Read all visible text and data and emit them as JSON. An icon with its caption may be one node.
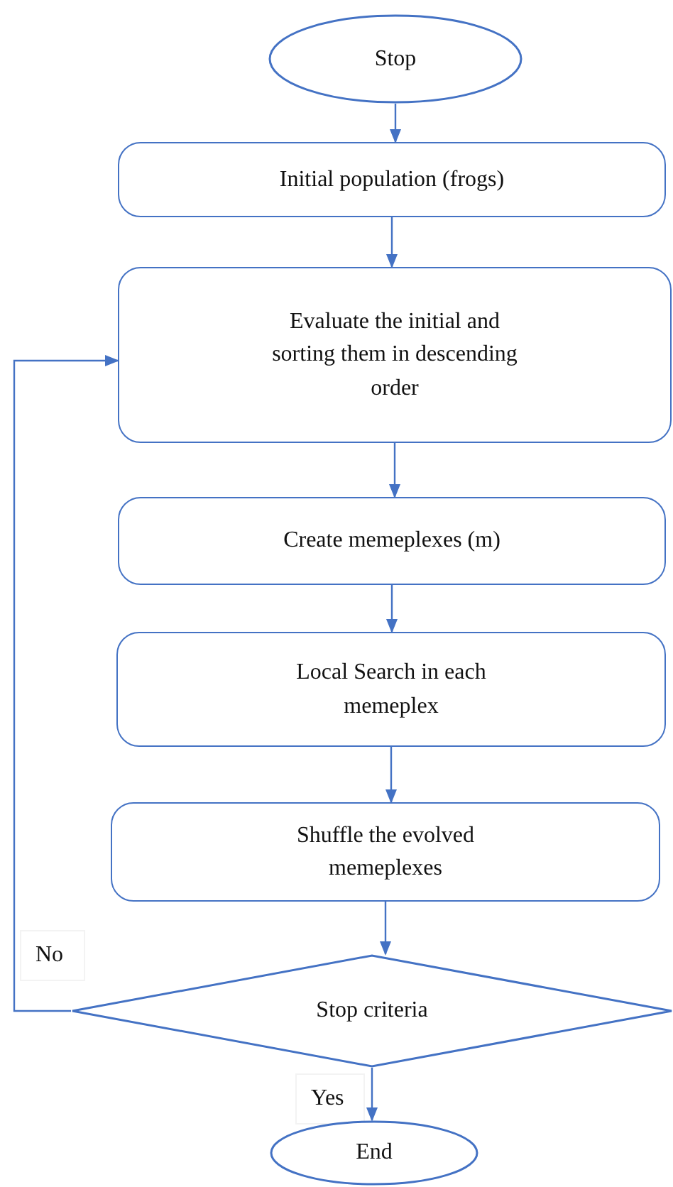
{
  "diagram": {
    "nodes": [
      {
        "text": [
          "Stop"
        ]
      },
      {
        "text": [
          "Initial population (frogs)"
        ]
      },
      {
        "text": [
          "Evaluate the initial and sorting them in descending order"
        ]
      },
      {
        "text": [
          "Create memeplexes (m)"
        ]
      },
      {
        "text": [
          "Local Search in each memeplex"
        ]
      },
      {
        "text": [
          "Shuffle the evolved memeplexes"
        ]
      },
      {
        "text": [
          "Stop criteria"
        ]
      },
      {
        "text": [
          "End"
        ]
      }
    ],
    "edges": [
      {
        "from": 0,
        "to": 1,
        "arrow": "to"
      },
      {
        "from": 1,
        "to": 2,
        "arrow": "to"
      },
      {
        "from": 2,
        "to": 3,
        "arrow": "to"
      },
      {
        "from": 3,
        "to": 4,
        "arrow": "to"
      },
      {
        "from": 4,
        "to": 5,
        "arrow": "to"
      },
      {
        "from": 5,
        "to": 6,
        "arrow": "to"
      },
      {
        "from": 6,
        "to": 7,
        "arrow": "to",
        "label": "Yes"
      },
      {
        "from": 6,
        "to": 2,
        "arrow": "to",
        "label": "No"
      }
    ]
  }
}
